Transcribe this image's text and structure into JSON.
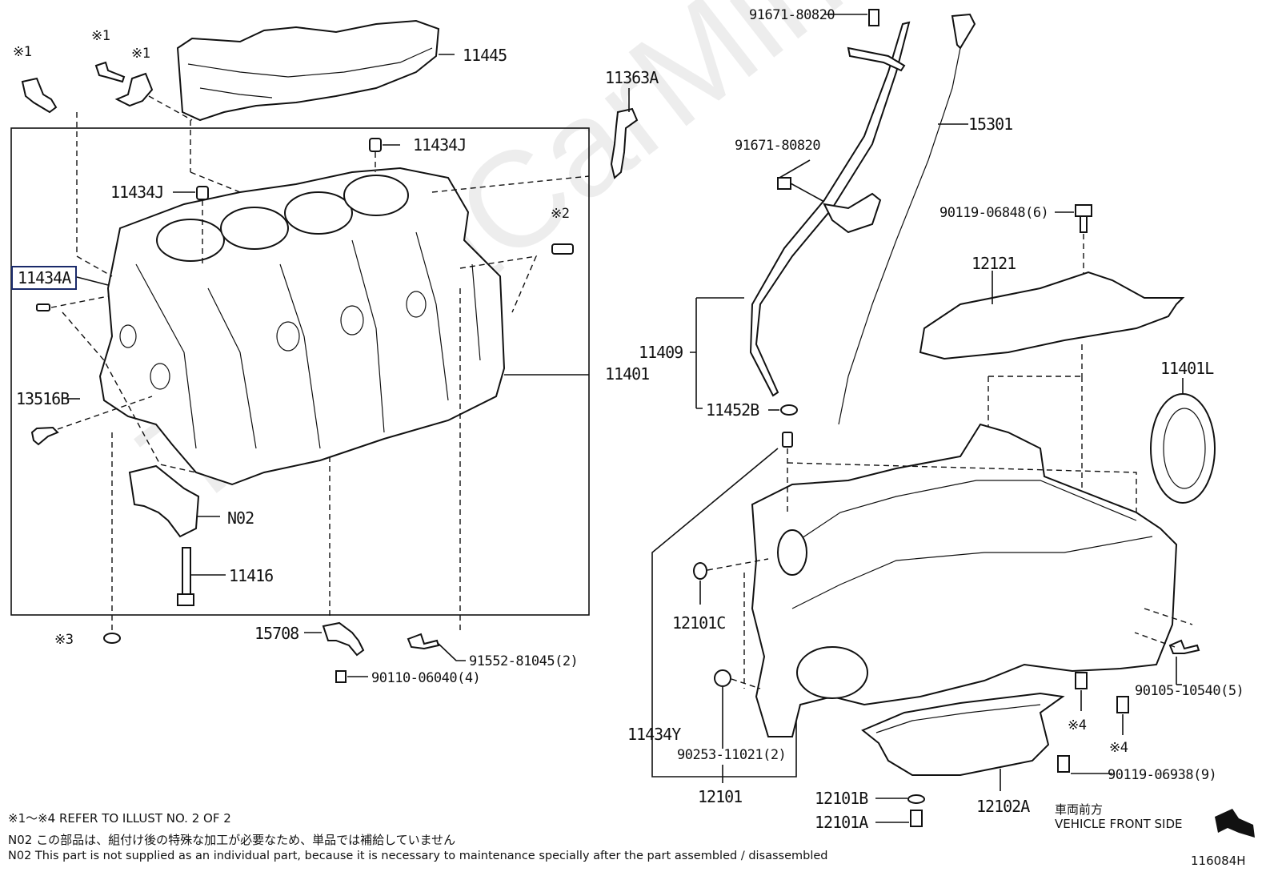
{
  "watermark": "ToyotaCarMine.ru",
  "labels": {
    "p11445": "11445",
    "p11434J_top": "11434J",
    "p11434J_left": "11434J",
    "p11434A": "11434A",
    "p13516B": "13516B",
    "pN02": "N02",
    "p11416": "11416",
    "p11401": "11401",
    "p15708": "15708",
    "p90110": "90110-06040(4)",
    "p91552": "91552-81045(2)",
    "p11363A": "11363A",
    "p91671_top": "91671-80820",
    "p91671_mid": "91671-80820",
    "p15301": "15301",
    "p90119_06848": "90119-06848(6)",
    "p12121": "12121",
    "p11409": "11409",
    "p11452B": "11452B",
    "p11401L": "11401L",
    "p12101C": "12101C",
    "p11434Y": "11434Y",
    "p90253": "90253-11021(2)",
    "p12101": "12101",
    "p12101B": "12101B",
    "p12101A": "12101A",
    "p12102A": "12102A",
    "p90105": "90105-10540(5)",
    "p90119_06938": "90119-06938(9)",
    "ref1a": "※1",
    "ref1b": "※1",
    "ref1c": "※1",
    "ref2": "※2",
    "ref3": "※3",
    "ref4a": "※4",
    "ref4b": "※4"
  },
  "direction": {
    "jp": "車両前方",
    "en": "VEHICLE FRONT SIDE"
  },
  "notes": {
    "line1": "※1～※4  REFER TO ILLUST NO. 2 OF 2",
    "line2": "N02  この部品は、組付け後の特殊な加工が必要なため、単品では補給していません",
    "line3": "N02  This part is not supplied as an individual part, because it is necessary to maintenance specially after the part assembled / disassembled"
  },
  "illustration_id": "116084H"
}
